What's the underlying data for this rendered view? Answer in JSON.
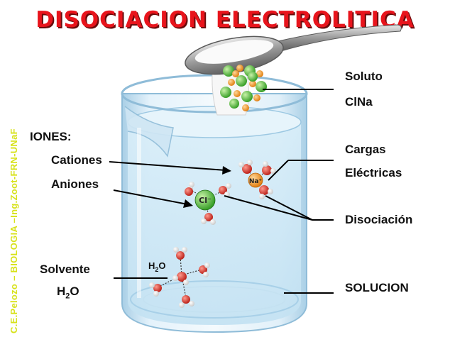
{
  "title": "DISOCIACION ELECTROLITICA",
  "credit": "C.E.Pelozo – BIOLOGIA –Ing.Zoot-FRN-UNaF",
  "labels": {
    "soluto": "Soluto",
    "clna": "ClNa",
    "iones": "IONES:",
    "cationes": "Cationes",
    "aniones": "Aniones",
    "cargas": "Cargas",
    "electricas": "Eléctricas",
    "disociacion": "Disociación",
    "solvente": "Solvente",
    "h2o_main": "H",
    "h2o_sub": "2",
    "h2o_tail": "O",
    "solucion": "SOLUCION"
  },
  "molecules": {
    "sodium_ion": "Na⁺",
    "chloride_ion": "Cl⁻",
    "water_h": "H",
    "water_sub": "2",
    "water_o": "O"
  },
  "colors": {
    "title": "#e8141c",
    "credit": "#d7e21a",
    "beaker": "#bcdcef",
    "water": "#d6ecf8",
    "sodium": "#f08a12",
    "chloride": "#44b02c",
    "oxygen": "#d8281e",
    "hydrogen": "#f4f4f4"
  }
}
